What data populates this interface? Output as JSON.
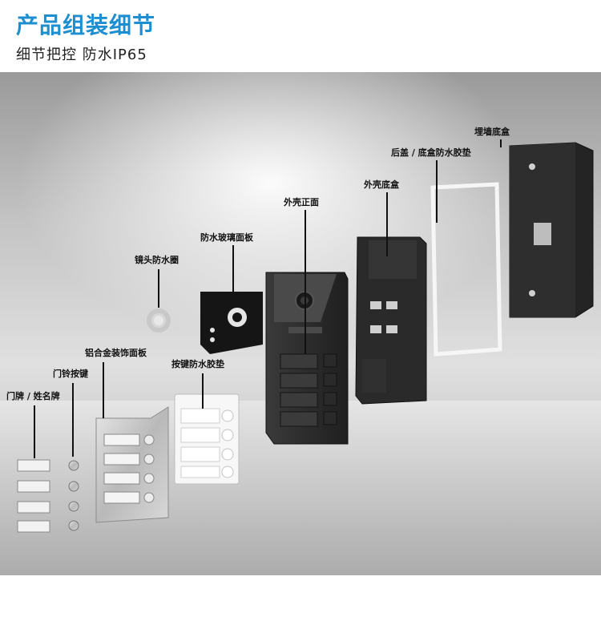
{
  "header": {
    "title": "产品组装细节",
    "subtitle": "细节把控  防水IP65"
  },
  "parts": {
    "nameplate": "门牌 / 姓名牌",
    "doorbell_button": "门铃按键",
    "aluminum_panel": "铝合金装饰面板",
    "button_gasket": "按键防水胶垫",
    "lens_ring": "镜头防水圈",
    "glass_panel": "防水玻璃面板",
    "front_shell": "外壳正面",
    "shell_base": "外壳底盒",
    "back_gasket": "后盖 / 底盒防水胶垫",
    "flush_box": "埋墙底盒"
  },
  "colors": {
    "title": "#1d8fd0",
    "shell": "#2b2b2b",
    "metal": "#c9c9c9"
  }
}
